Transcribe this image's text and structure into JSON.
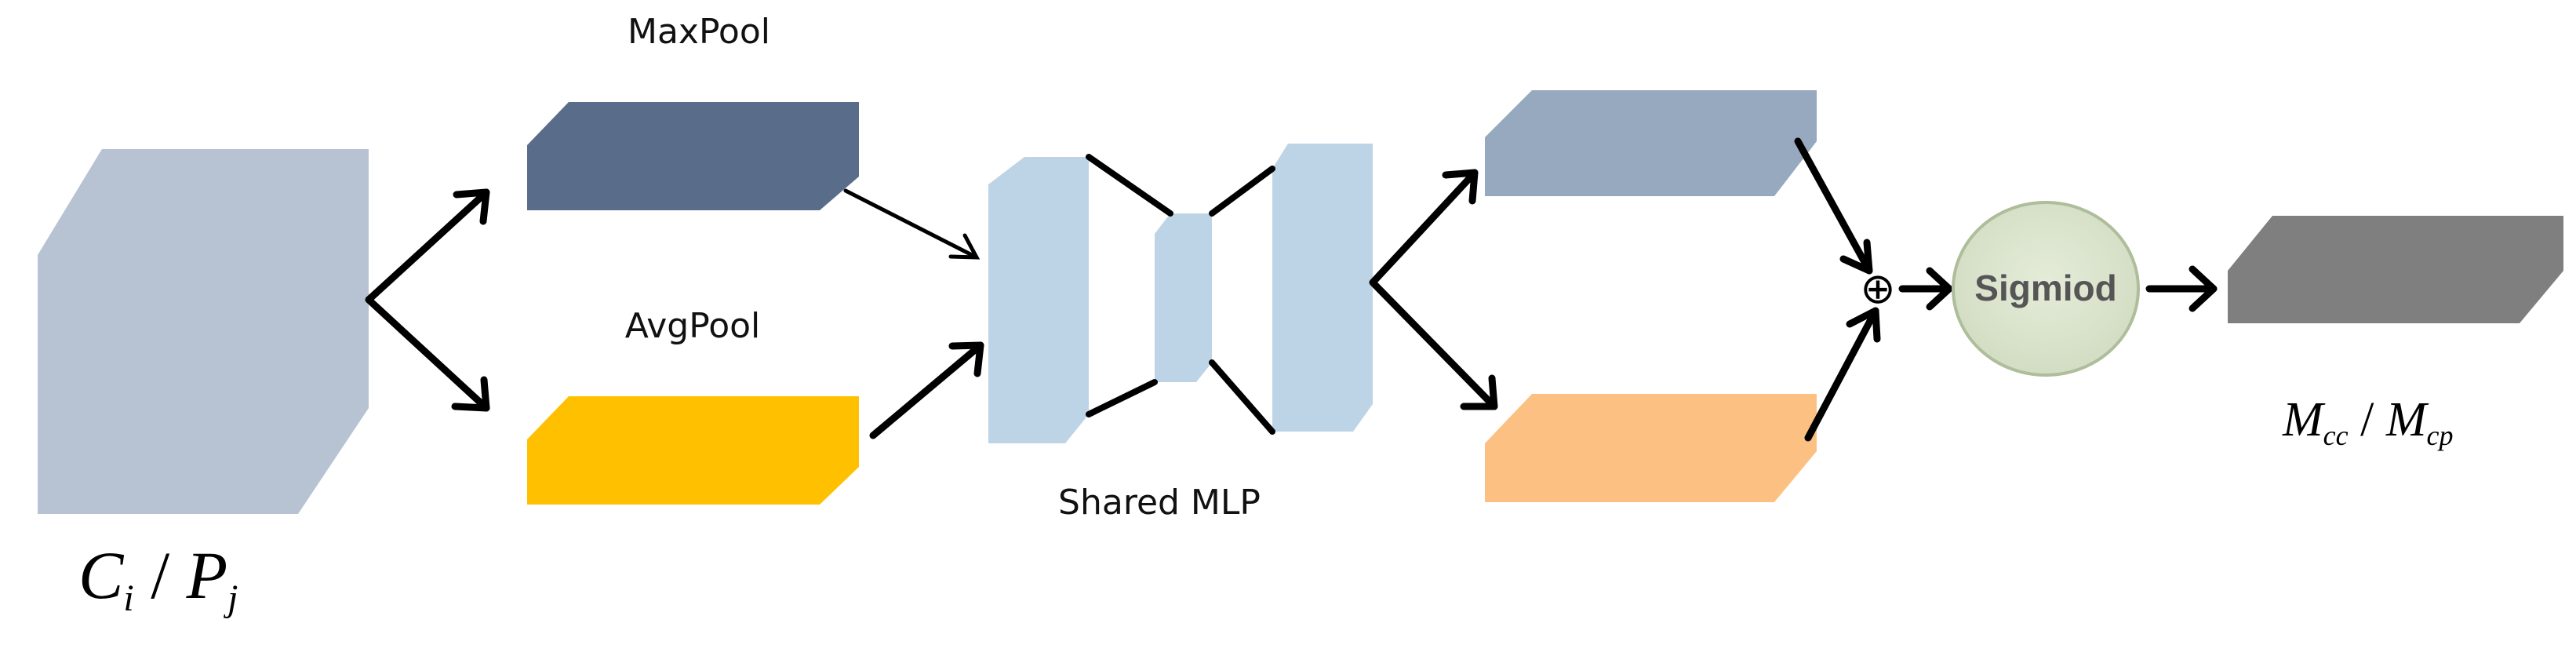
{
  "labels": {
    "maxpool": "MaxPool",
    "avgpool": "AvgPool",
    "shared_mlp": "Shared MLP",
    "sigmoid": "Sigmiod",
    "plus": "⊕"
  },
  "input_label": {
    "main1": "C",
    "sub1": "i",
    "sep": " / ",
    "main2": "P",
    "sub2": "j"
  },
  "output_label": {
    "main1": "M",
    "sub1": "cc",
    "sep": " / ",
    "main2": "M",
    "sub2": "cp"
  },
  "colors": {
    "input_block": "#b7c3d2",
    "maxpool_block": "#596d8b",
    "avgpool_block": "#ffc000",
    "mlp": "#bdd4e6",
    "mlp_top_out": "#96a9be",
    "mlp_bottom_out": "#fcc182",
    "sigmoid_fill": "#d3ddc3",
    "sigmoid_stroke": "#aebd9a",
    "output_block": "#7f7f7f"
  }
}
